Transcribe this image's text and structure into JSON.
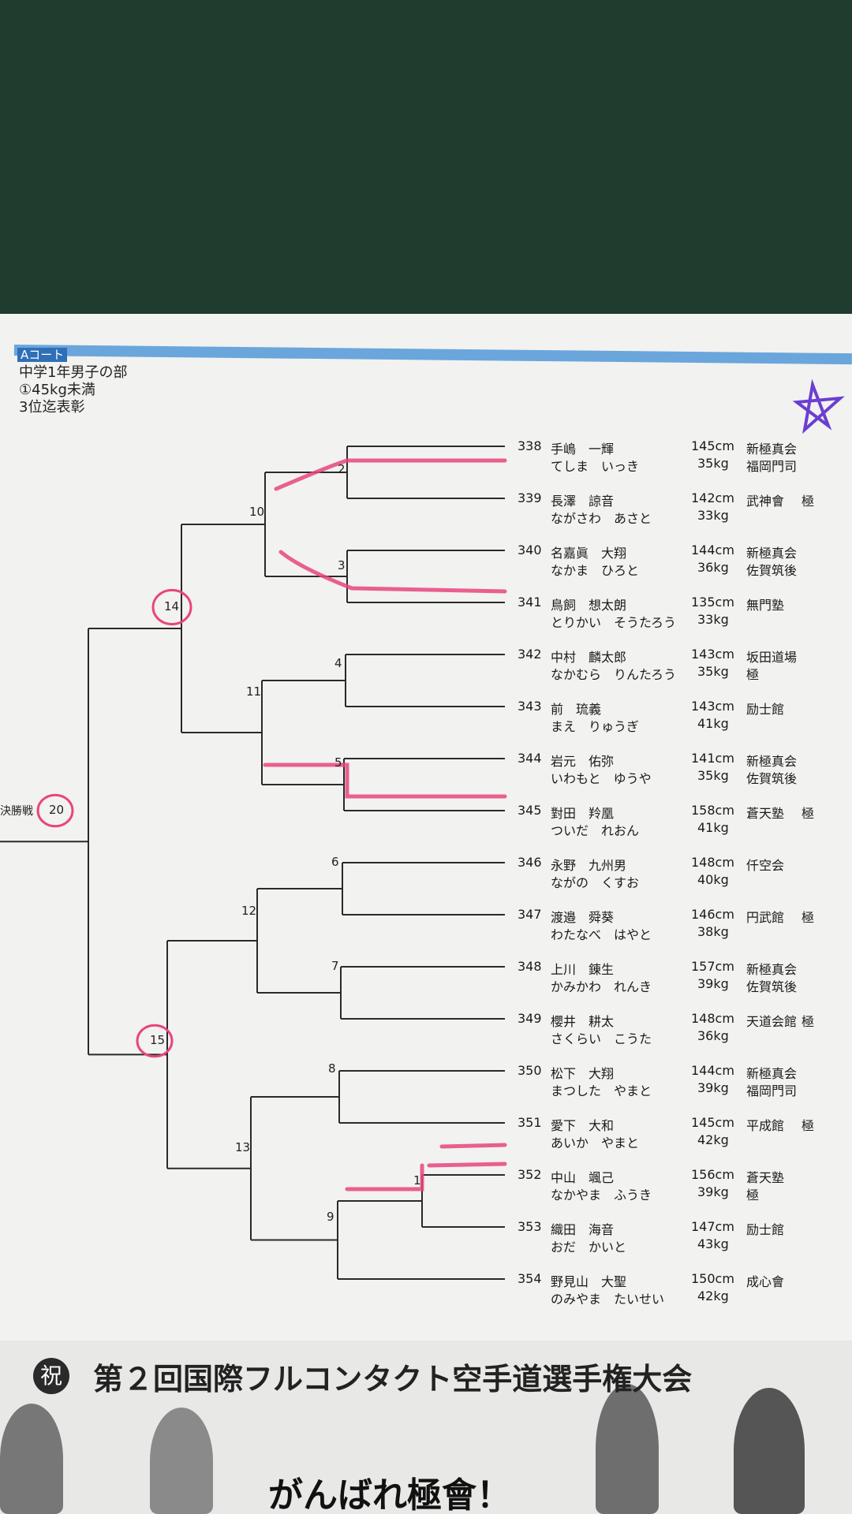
{
  "court_label": "Aコート",
  "division": "中学1年男子の部",
  "weight_class": "①45kg未満",
  "awards": "3位迄表彰",
  "final_label": "決勝戦",
  "match_numbers": [
    "1",
    "2",
    "3",
    "4",
    "5",
    "6",
    "7",
    "8",
    "9",
    "10",
    "11",
    "12",
    "13",
    "14",
    "15",
    "20"
  ],
  "entries": [
    {
      "no": "338",
      "name": "手嶋　一輝",
      "kana": "てしま　いっき",
      "height": "145cm",
      "weight": "35kg",
      "dojo": "新極真会",
      "branch": "福岡門司"
    },
    {
      "no": "339",
      "name": "長澤　諒音",
      "kana": "ながさわ　あさと",
      "height": "142cm",
      "weight": "33kg",
      "dojo": "武神會",
      "branch": "極"
    },
    {
      "no": "340",
      "name": "名嘉眞　大翔",
      "kana": "なかま　ひろと",
      "height": "144cm",
      "weight": "36kg",
      "dojo": "新極真会",
      "branch": "佐賀筑後"
    },
    {
      "no": "341",
      "name": "鳥飼　想太朗",
      "kana": "とりかい　そうたろう",
      "height": "135cm",
      "weight": "33kg",
      "dojo": "無門塾",
      "branch": ""
    },
    {
      "no": "342",
      "name": "中村　麟太郎",
      "kana": "なかむら　りんたろう",
      "height": "143cm",
      "weight": "35kg",
      "dojo": "坂田道場",
      "branch": "極"
    },
    {
      "no": "343",
      "name": "前　琉義",
      "kana": "まえ　りゅうぎ",
      "height": "143cm",
      "weight": "41kg",
      "dojo": "励士館",
      "branch": ""
    },
    {
      "no": "344",
      "name": "岩元　佑弥",
      "kana": "いわもと　ゆうや",
      "height": "141cm",
      "weight": "35kg",
      "dojo": "新極真会",
      "branch": "佐賀筑後"
    },
    {
      "no": "345",
      "name": "對田　羚凰",
      "kana": "ついだ　れおん",
      "height": "158cm",
      "weight": "41kg",
      "dojo": "蒼天塾",
      "branch": "極"
    },
    {
      "no": "346",
      "name": "永野　九州男",
      "kana": "ながの　くすお",
      "height": "148cm",
      "weight": "40kg",
      "dojo": "仟空会",
      "branch": ""
    },
    {
      "no": "347",
      "name": "渡邉　舜葵",
      "kana": "わたなべ　はやと",
      "height": "146cm",
      "weight": "38kg",
      "dojo": "円武館",
      "branch": "極"
    },
    {
      "no": "348",
      "name": "上川　錬生",
      "kana": "かみかわ　れんき",
      "height": "157cm",
      "weight": "39kg",
      "dojo": "新極真会",
      "branch": "佐賀筑後"
    },
    {
      "no": "349",
      "name": "櫻井　耕太",
      "kana": "さくらい　こうた",
      "height": "148cm",
      "weight": "36kg",
      "dojo": "天道会館",
      "branch": "極"
    },
    {
      "no": "350",
      "name": "松下　大翔",
      "kana": "まつした　やまと",
      "height": "144cm",
      "weight": "39kg",
      "dojo": "新極真会",
      "branch": "福岡門司"
    },
    {
      "no": "351",
      "name": "愛下　大和",
      "kana": "あいか　やまと",
      "height": "145cm",
      "weight": "42kg",
      "dojo": "平成館",
      "branch": "極"
    },
    {
      "no": "352",
      "name": "中山　颯己",
      "kana": "なかやま　ふうき",
      "height": "156cm",
      "weight": "39kg",
      "dojo": "蒼天塾",
      "branch": "極"
    },
    {
      "no": "353",
      "name": "織田　海音",
      "kana": "おだ　かいと",
      "height": "147cm",
      "weight": "43kg",
      "dojo": "励士館",
      "branch": ""
    },
    {
      "no": "354",
      "name": "野見山　大聖",
      "kana": "のみやま　たいせい",
      "height": "150cm",
      "weight": "42kg",
      "dojo": "成心會",
      "branch": ""
    }
  ],
  "banner": {
    "badge": "祝",
    "title": "第２回国際フルコンタクト空手道選手権大会",
    "slogan": "がんばれ極會！"
  },
  "colors": {
    "highlight": "#e8457e",
    "bracket": "#2a2a2a",
    "court_bar": "#2f6fb8"
  }
}
